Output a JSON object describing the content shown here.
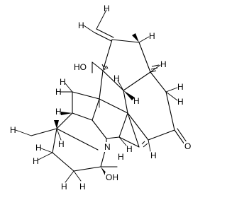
{
  "molecule": {
    "atom_labels": {
      "oh_top": "HO",
      "oh_bottom": "OH",
      "nitrogen": "N",
      "oxygen_ketone": "O",
      "h_labels": [
        "H",
        "H",
        "H",
        "H",
        "H",
        "H",
        "H",
        "H",
        "H",
        "H",
        "H",
        "H",
        "H",
        "H",
        "H",
        "H",
        "H",
        "H",
        "H",
        "H"
      ]
    },
    "colors": {
      "ink": "#000000",
      "background": "#ffffff"
    }
  }
}
